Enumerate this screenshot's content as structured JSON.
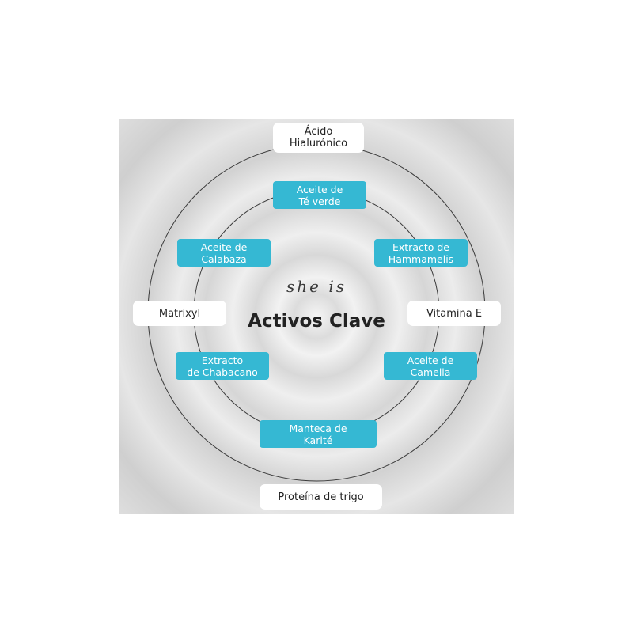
{
  "brand_script": "she is",
  "title": "Activos Clave",
  "outer_items": {
    "top": "Ácido\nHialurónico",
    "left": "Matrixyl",
    "right": "Vitamina E",
    "bottom": "Proteína de trigo"
  },
  "inner_items": {
    "top": "Aceite de\nTé verde",
    "upper_left": "Aceite de\nCalabaza",
    "upper_right": "Extracto de\nHammamelis",
    "lower_left": "Extracto\nde Chabacano",
    "lower_right": "Aceite de\nCamelia",
    "bottom": "Manteca de\nKarité"
  },
  "colors": {
    "accent": "#35b8d3",
    "label_white": "#ffffff",
    "text_dark": "#222222"
  }
}
